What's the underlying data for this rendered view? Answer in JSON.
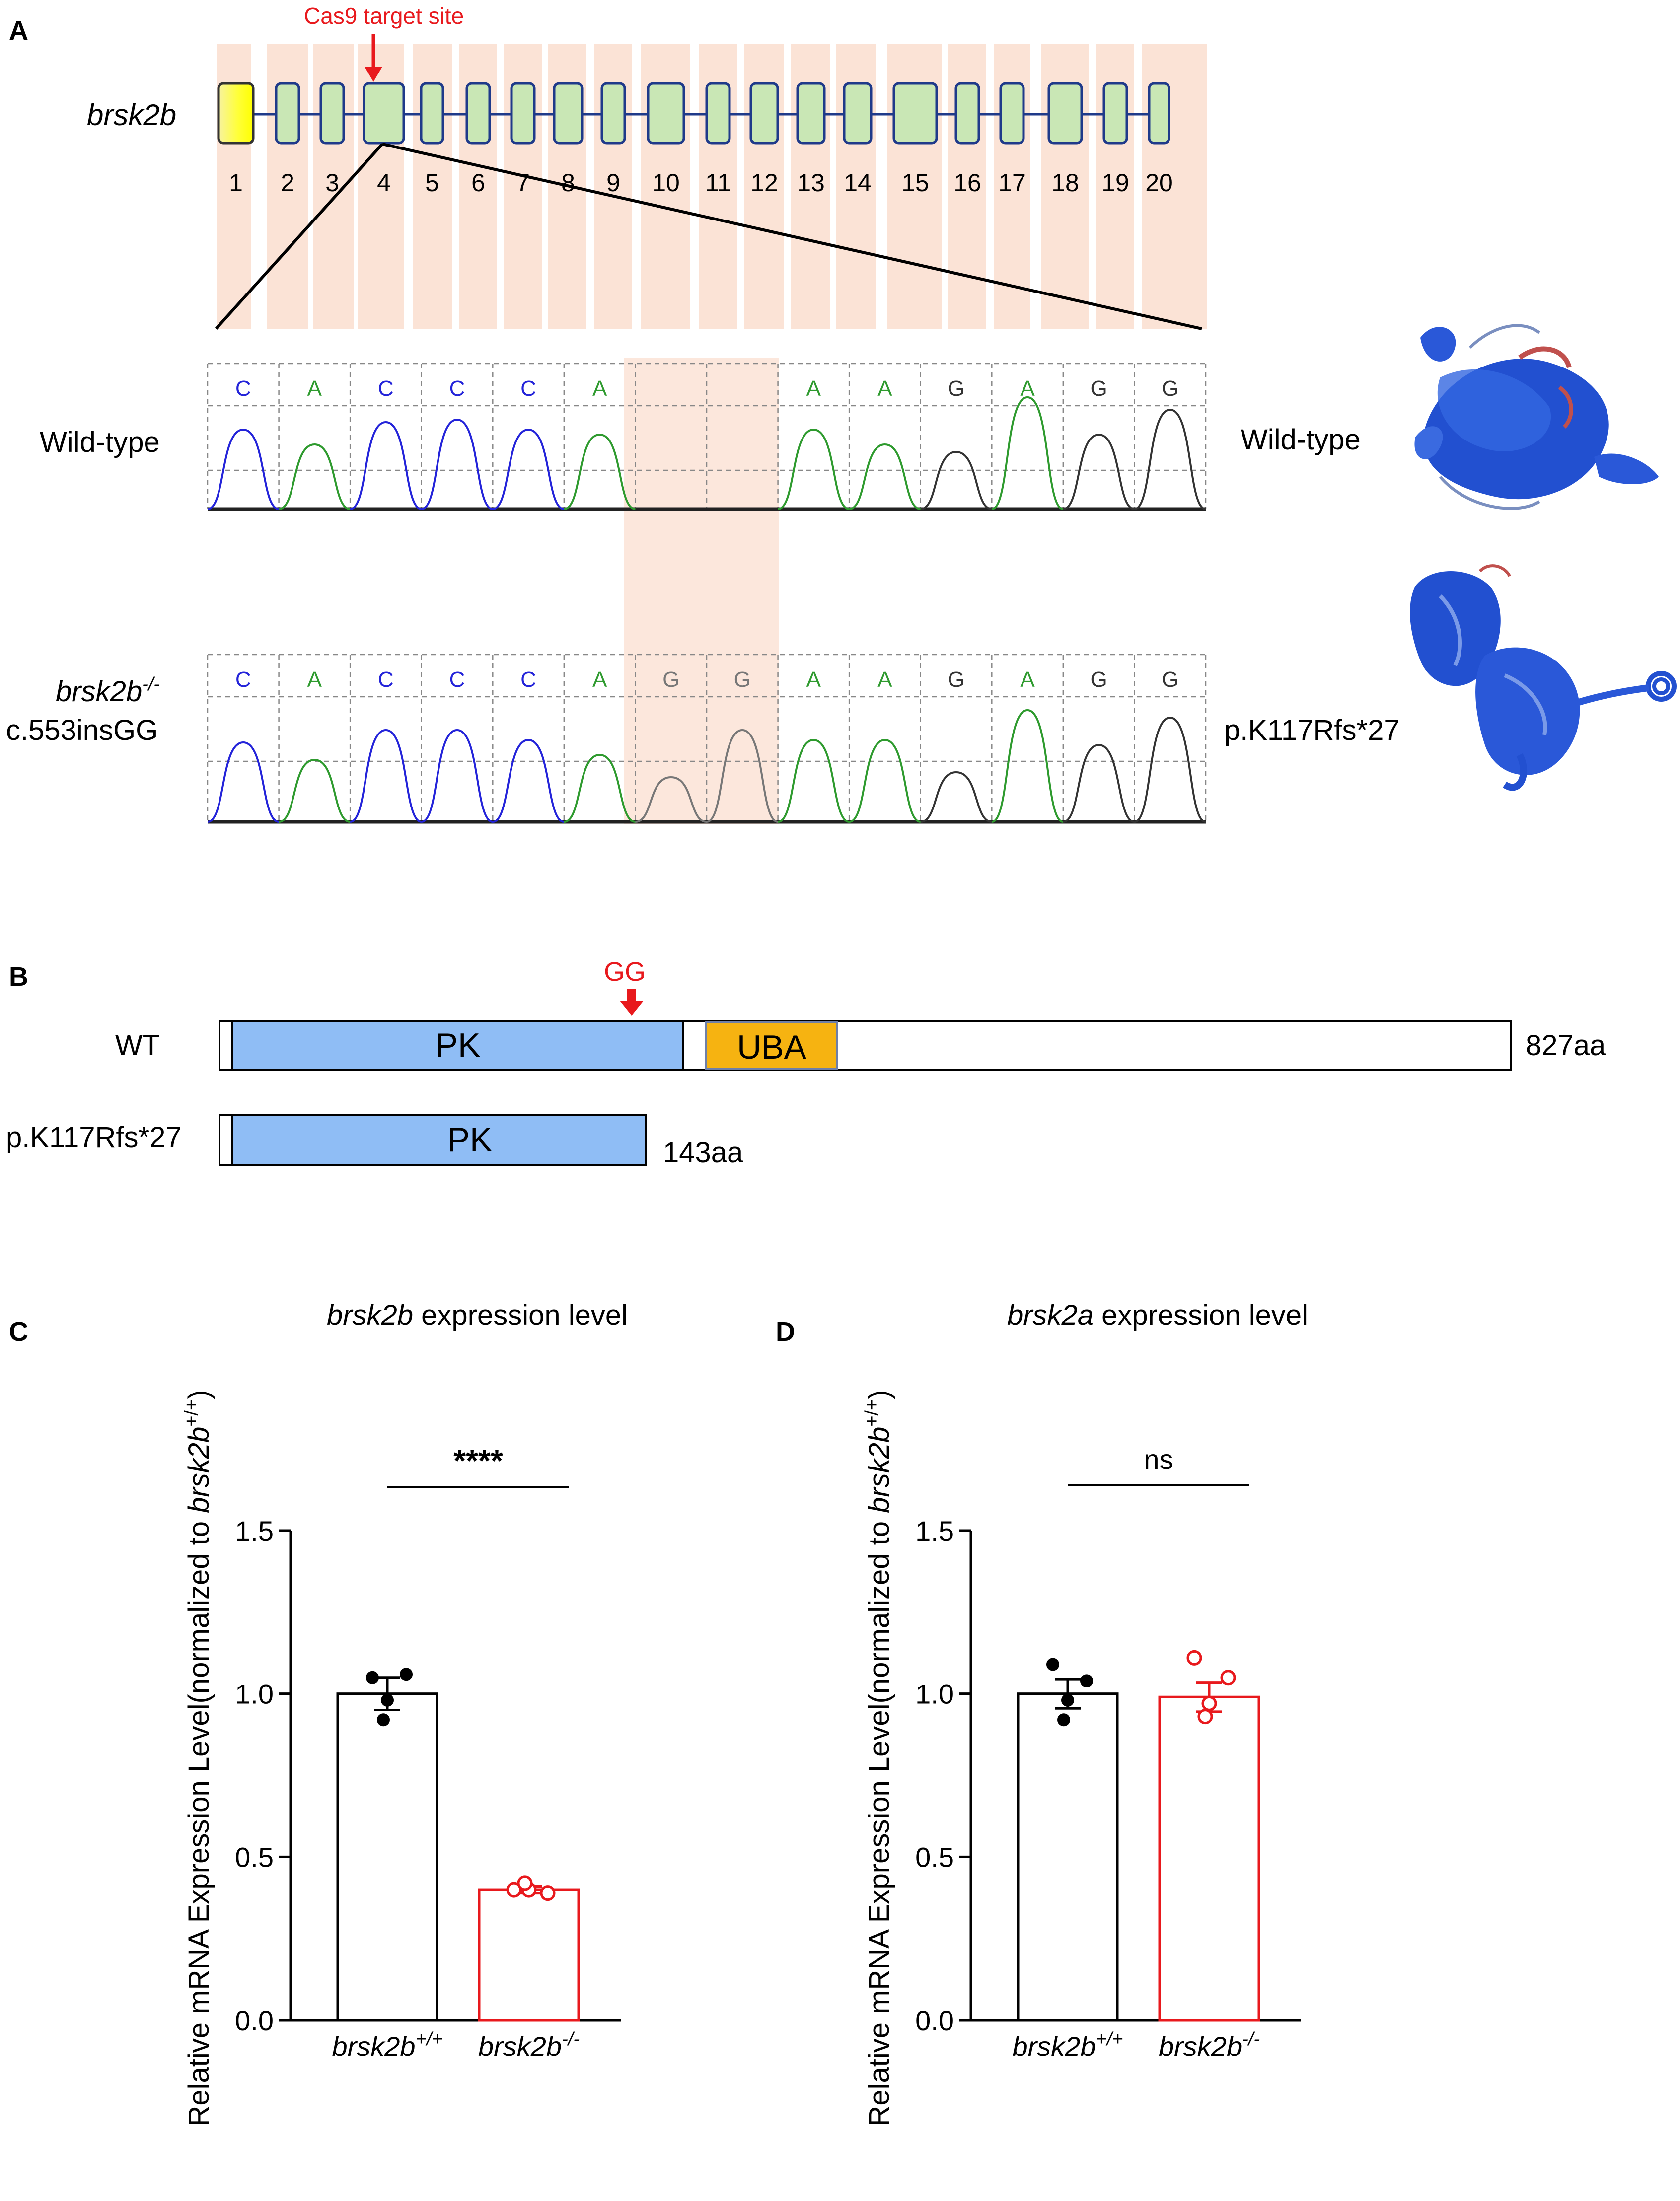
{
  "panels": {
    "a": "A",
    "b": "B",
    "c": "C",
    "d": "D"
  },
  "panel_a": {
    "gene_label": "brsk2b",
    "cas9_label": "Cas9 target site",
    "exons": [
      "1",
      "2",
      "3",
      "4",
      "5",
      "6",
      "7",
      "8",
      "9",
      "10",
      "11",
      "12",
      "13",
      "14",
      "15",
      "16",
      "17",
      "18",
      "19",
      "20"
    ],
    "wt_label": "Wild-type",
    "mut_label_gene": "brsk2b",
    "mut_label_sup": "-/-",
    "mut_label_variant": "c.553insGG",
    "wt_protein_label": "Wild-type",
    "mut_protein_label": "p.K117Rfs*27",
    "wt_bases": [
      "C",
      "A",
      "C",
      "C",
      "C",
      "A",
      "",
      "",
      "A",
      "A",
      "G",
      "A",
      "G",
      "G"
    ],
    "mut_bases": [
      "C",
      "A",
      "C",
      "C",
      "C",
      "A",
      "G",
      "G",
      "A",
      "A",
      "G",
      "A",
      "G",
      "G"
    ]
  },
  "panel_b": {
    "gg_label": "GG",
    "wt_label": "WT",
    "pk_label": "PK",
    "uba_label": "UBA",
    "wt_length": "827aa",
    "mut_label": "p.K117Rfs*27",
    "mut_pk_label": "PK",
    "mut_length": "143aa"
  },
  "colors": {
    "exon_fill": "#c9e7b5",
    "exon_stroke": "#1f3a8a",
    "band": "#fbe3d6",
    "red": "#e8191d",
    "pk_fill": "#8fbdf5",
    "uba_fill": "#f6b311",
    "trace_c": "#2323d9",
    "trace_a": "#2e9a2e",
    "trace_g": "#333333",
    "protein_blue": "#2250d0"
  },
  "chart_data": [
    {
      "type": "bar",
      "title": "brsk2b expression level",
      "ylabel": "Relative mRNA Expression Level(normalized to brsk2b+/+)",
      "ylim": [
        0,
        1.5
      ],
      "yticks": [
        "0.0",
        "0.5",
        "1.0",
        "1.5"
      ],
      "categories": [
        "brsk2b+/+",
        "brsk2b-/-"
      ],
      "values": [
        1.0,
        0.4
      ],
      "sem": [
        0.05,
        0.01
      ],
      "points": [
        [
          1.05,
          1.06,
          0.98,
          0.92
        ],
        [
          0.4,
          0.39,
          0.4,
          0.42
        ]
      ],
      "significance": "****"
    },
    {
      "type": "bar",
      "title": "brsk2a expression level",
      "ylabel": "Relative mRNA Expression Level(normalized to brsk2b+/+)",
      "ylim": [
        0,
        1.5
      ],
      "yticks": [
        "0.0",
        "0.5",
        "1.0",
        "1.5"
      ],
      "categories": [
        "brsk2b+/+",
        "brsk2b-/-"
      ],
      "values": [
        1.0,
        0.99
      ],
      "sem": [
        0.045,
        0.045
      ],
      "points": [
        [
          1.09,
          1.04,
          0.98,
          0.92
        ],
        [
          1.11,
          1.05,
          0.97,
          0.93
        ]
      ],
      "significance": "ns"
    }
  ]
}
